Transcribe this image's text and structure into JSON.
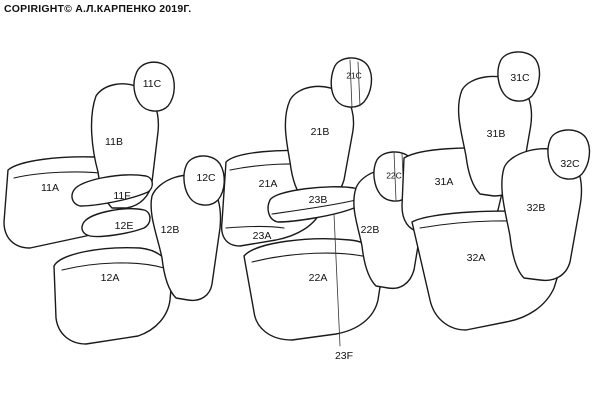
{
  "header": {
    "copyright": "COPIRIGHT© А.Л.КАРПЕНКО 2019Г."
  },
  "seats": {
    "row1_left": {
      "headrest": "11C",
      "backrest": "11B",
      "cushion": "11A",
      "armrest_top": "11F",
      "armrest_side": "12E"
    },
    "row1_right": {
      "headrest": "12C",
      "backrest": "12B",
      "cushion": "12A"
    },
    "row2_left": {
      "headrest": "21C",
      "backrest": "21B",
      "cushion": "21A",
      "armrest": "23B",
      "armrest_base": "23A",
      "bolt": "23F"
    },
    "row2_right": {
      "headrest": "22C",
      "backrest": "22B",
      "cushion": "22A"
    },
    "row3": {
      "headrest_left": "31C",
      "backrest_left": "31B",
      "cushion_left": "31A",
      "headrest_right": "32C",
      "backrest_right": "32B",
      "cushion_right": "32A"
    }
  }
}
